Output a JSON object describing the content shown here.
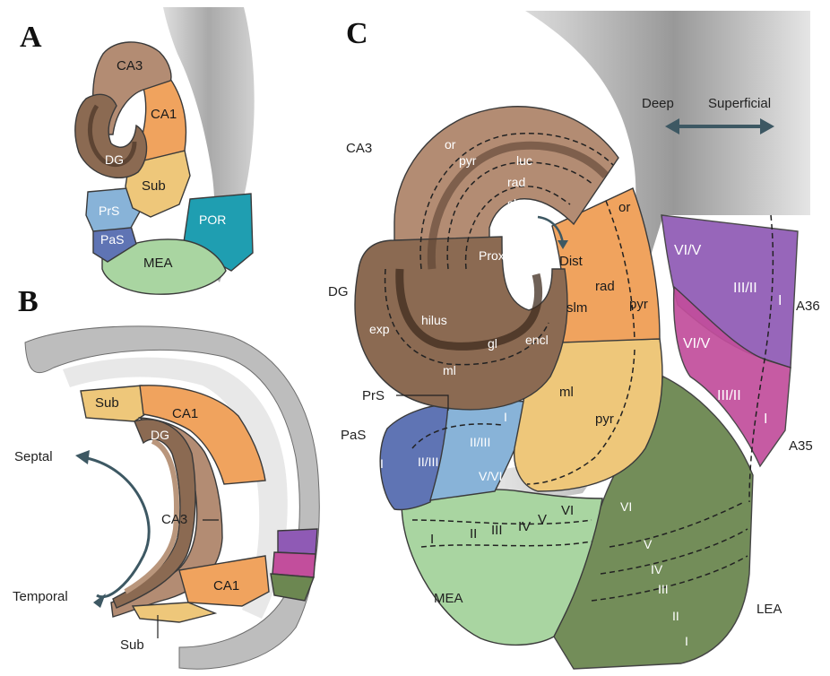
{
  "panels": {
    "a": "A",
    "b": "B",
    "c": "C"
  },
  "panel_a": {
    "ca3": "CA3",
    "ca1": "CA1",
    "dg": "DG",
    "sub": "Sub",
    "prs": "PrS",
    "pas": "PaS",
    "por": "POR",
    "mea": "MEA"
  },
  "panel_b": {
    "sub_top": "Sub",
    "ca1_top": "CA1",
    "dg": "DG",
    "ca3": "CA3",
    "ca1_bottom": "CA1",
    "sub_bottom": "Sub",
    "septal": "Septal",
    "temporal": "Temporal"
  },
  "panel_c": {
    "deep": "Deep",
    "superficial": "Superficial",
    "ca3": "CA3",
    "dg": "DG",
    "prs": "PrS",
    "pas": "PaS",
    "mea": "MEA",
    "lea": "LEA",
    "a36": "A36",
    "a35": "A35",
    "ca3_layers": {
      "or": "or",
      "pyr": "pyr",
      "luc": "luc",
      "rad": "rad",
      "slm": "slm",
      "prox": "Prox"
    },
    "ca1_layers": {
      "or": "or",
      "dist": "Dist",
      "rad": "rad",
      "slm": "slm",
      "pyr": "pyr"
    },
    "dg_layers": {
      "exp": "exp",
      "hilus": "hilus",
      "gl": "gl",
      "encl": "encl",
      "ml": "ml"
    },
    "sub_layers": {
      "ml": "ml",
      "pyr": "pyr"
    },
    "prs_layers": {
      "i": "I",
      "ii_iii": "II/III",
      "v_vi": "V/VI"
    },
    "pas_layers": {
      "i": "I",
      "ii_iii": "II/III"
    },
    "mea_layers": {
      "i": "I",
      "ii": "II",
      "iii": "III",
      "iv": "IV",
      "v": "V",
      "vi": "VI"
    },
    "lea_layers": {
      "vi": "VI",
      "v": "V",
      "iv": "IV",
      "iii": "III",
      "ii": "II",
      "i": "I"
    },
    "a36_layers": {
      "vi_v": "VI/V",
      "iii_ii": "III/II",
      "i": "I"
    },
    "a35_layers": {
      "vi_v": "VI/V",
      "iii_ii": "III/II",
      "i": "I"
    }
  },
  "colors": {
    "ca3": "#b38c73",
    "dg": "#8b6a52",
    "ca1": "#f0a35e",
    "sub": "#eec77a",
    "prs": "#88b3d8",
    "pas": "#5f74b4",
    "mea": "#a9d5a1",
    "por": "#1f9eb1",
    "lea": "#6c8751",
    "a36": "#8f5ab5",
    "a35": "#c24e9c",
    "arrow": "#3d5863"
  }
}
